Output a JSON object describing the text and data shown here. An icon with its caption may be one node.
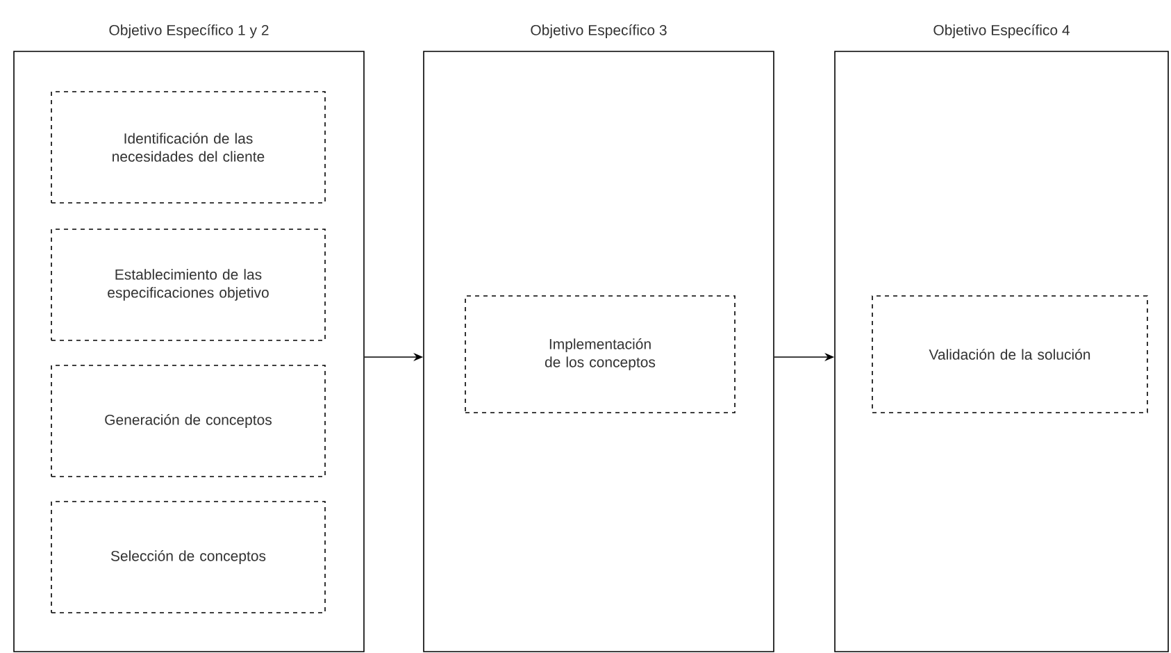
{
  "diagram": {
    "nodes": [
      {
        "text": [
          "Objetivo Específico 1 y 2"
        ]
      },
      {
        "text": [
          "Identificación de las necesidades del cliente"
        ],
        "in": 0
      },
      {
        "text": [
          "Establecimiento de las especificaciones objetivo"
        ],
        "in": 0
      },
      {
        "text": [
          "Generación de conceptos"
        ],
        "in": 0
      },
      {
        "text": [
          "Selección de conceptos"
        ],
        "in": 0
      },
      {
        "text": [
          "Objetivo Específico 3"
        ]
      },
      {
        "text": [
          "Implementación de los conceptos"
        ],
        "in": 5
      },
      {
        "text": [
          "Objetivo Específico 4"
        ]
      },
      {
        "text": [
          "Validación de la solución"
        ],
        "in": 7
      }
    ],
    "edges": [
      {
        "from": 0,
        "to": 5,
        "arrow": "to"
      },
      {
        "from": 5,
        "to": 7,
        "arrow": "to"
      }
    ]
  }
}
